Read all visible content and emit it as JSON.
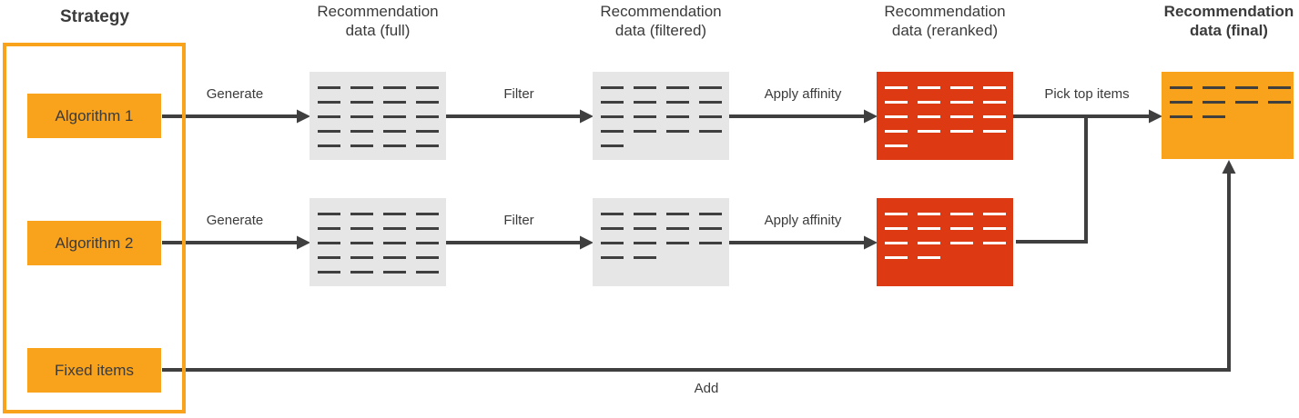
{
  "strategy": {
    "title": "Strategy",
    "algorithm1": "Algorithm 1",
    "algorithm2": "Algorithm 2",
    "fixed_items": "Fixed items"
  },
  "headers": {
    "full": {
      "line1": "Recommendation",
      "line2": "data (full)"
    },
    "filtered": {
      "line1": "Recommendation",
      "line2": "data (filtered)"
    },
    "reranked": {
      "line1": "Recommendation",
      "line2": "data (reranked)"
    },
    "final": {
      "line1": "Recommendation",
      "line2": "data (final)"
    }
  },
  "edge_labels": {
    "generate_1": "Generate",
    "filter_1": "Filter",
    "apply_affinity_1": "Apply affinity",
    "pick_top_items": "Pick top items",
    "generate_2": "Generate",
    "filter_2": "Filter",
    "apply_affinity_2": "Apply affinity",
    "add": "Add"
  },
  "data_boxes": {
    "full_1": {
      "dash_rows": [
        4,
        4,
        4,
        4,
        4
      ]
    },
    "filtered_1": {
      "dash_rows": [
        4,
        4,
        4,
        4,
        1
      ]
    },
    "reranked_1": {
      "dash_rows": [
        4,
        4,
        4,
        4,
        1
      ]
    },
    "full_2": {
      "dash_rows": [
        4,
        4,
        4,
        4,
        4
      ]
    },
    "filtered_2": {
      "dash_rows": [
        4,
        4,
        4,
        2
      ]
    },
    "reranked_2": {
      "dash_rows": [
        4,
        4,
        4,
        2
      ]
    },
    "final": {
      "dash_rows": [
        4,
        4,
        2
      ]
    }
  },
  "colors": {
    "orange": "#f9a21b",
    "red": "#dd3a14",
    "light_gray": "#e6e6e6",
    "line_dark": "#3f3f3f",
    "text_dark": "#3b3b3b",
    "dash_white": "#ffffff"
  }
}
